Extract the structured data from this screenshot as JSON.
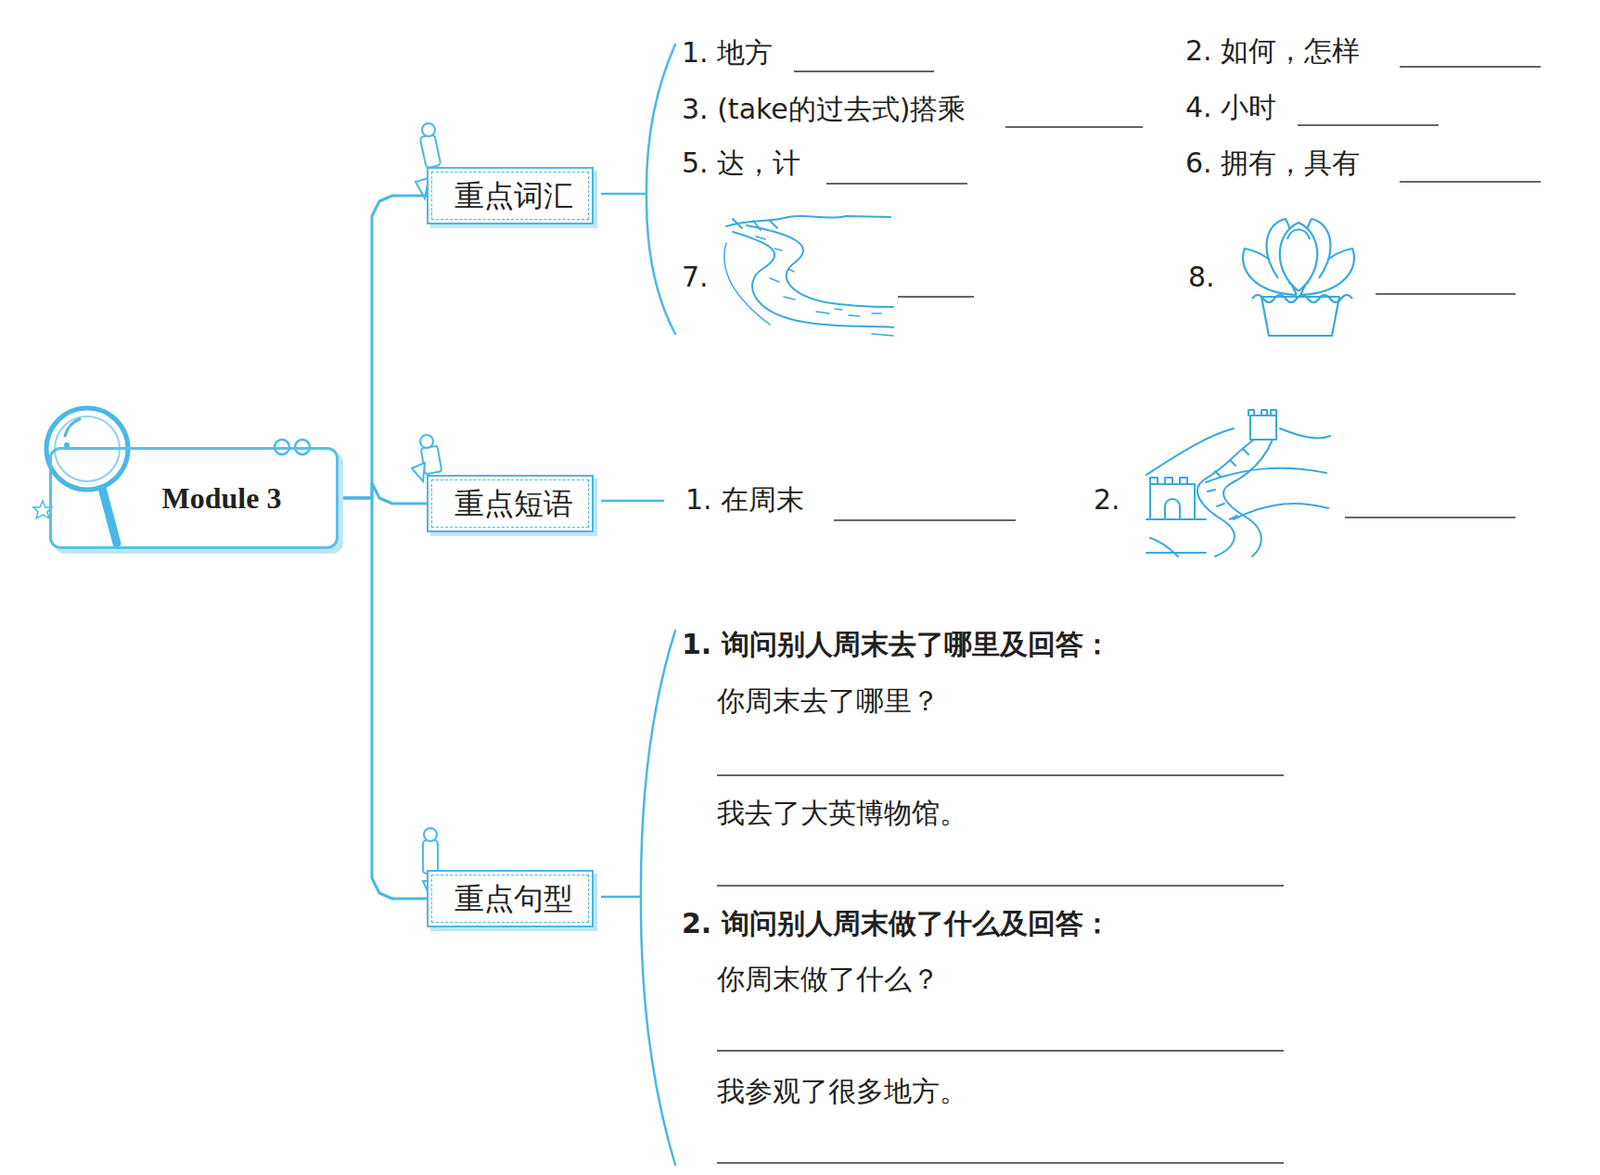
{
  "diagram": {
    "nodes": [
      {
        "text": [
          "Module 3"
        ]
      },
      {
        "text": [
          "重点词汇"
        ]
      },
      {
        "text": [
          "重点短语"
        ]
      },
      {
        "text": [
          "重点句型"
        ]
      }
    ],
    "edges": [
      {
        "from": 0,
        "to": 1,
        "arrow": "none"
      },
      {
        "from": 0,
        "to": 2,
        "arrow": "none"
      },
      {
        "from": 0,
        "to": 3,
        "arrow": "none"
      }
    ],
    "labels": [
      "1. 地方",
      "2. 如何，怎样",
      "3. (take的过去式)搭乘",
      "4. 小时",
      "5. 达，计",
      "6. 拥有，具有",
      "7.",
      "8.",
      "1. 在周末",
      "2.",
      "1. 询问别人周末去了哪里及回答：",
      "你周末去了哪里？",
      "我去了大英博物馆。",
      "2. 询问别人周末做了什么及回答：",
      "你周末做了什么？",
      "我参观了很多地方。"
    ]
  }
}
